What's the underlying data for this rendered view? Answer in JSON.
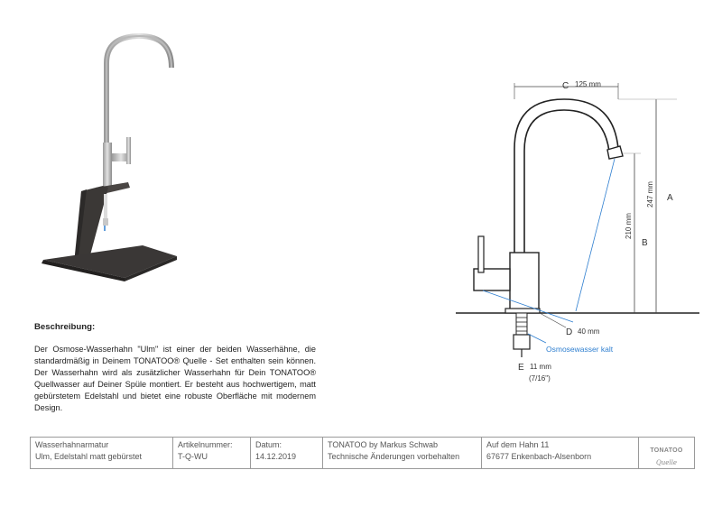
{
  "description": {
    "heading": "Beschreibung:",
    "text": "Der Osmose-Wasserhahn \"Ulm\" ist einer der beiden Wasserhähne, die standardmäßig in Deinem TONATOO® Quelle - Set enthalten sein können. Der Wasserhahn wird als zusätzlicher Wasserhahn für Dein TONATOO® Quellwasser auf Deiner Spüle montiert. Er besteht aus hochwertigem, matt gebürstetem Edelstahl und bietet eine robuste Oberfläche mit modernem Design."
  },
  "drawing": {
    "c_letter": "C",
    "c_value": "125 mm",
    "a_letter": "A",
    "a_value": "247 mm",
    "b_letter": "B",
    "b_value": "210 mm",
    "d_letter": "D",
    "d_value": "40 mm",
    "e_letter": "E",
    "e_value": "11 mm",
    "e_inch": "(7/16\")",
    "water_label": "Osmosewasser kalt",
    "accent_color": "#2f7fd0"
  },
  "footer": {
    "col1": [
      "Wasserhahnarmatur",
      "Ulm, Edelstahl matt gebürstet"
    ],
    "col2": [
      "Artikelnummer:",
      "T-Q-WU"
    ],
    "col3": [
      "Datum:",
      "14.12.2019"
    ],
    "col4": [
      "TONATOO by Markus Schwab",
      "Technische Änderungen vorbehalten"
    ],
    "col5": [
      "Auf dem Hahn 11",
      "67677 Enkenbach-Alsenborn"
    ],
    "logo_title": "TONATOO",
    "logo_sub": "Quelle"
  }
}
